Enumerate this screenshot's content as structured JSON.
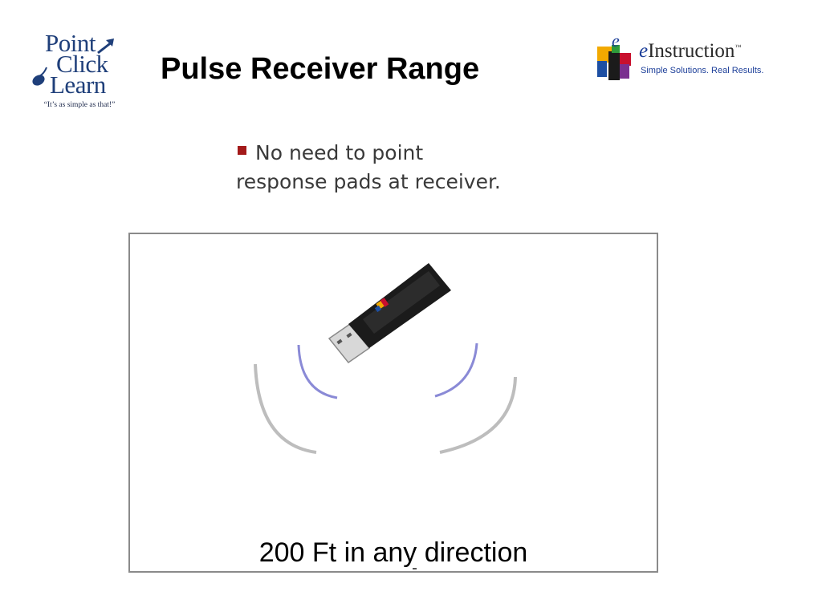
{
  "header": {
    "title": "Pulse Receiver Range",
    "left_logo": {
      "word1": "Point",
      "word2": "Click",
      "word3": "Learn",
      "tagline": "“It’s as simple as that!”",
      "icons": [
        "arrow-icon",
        "mouse-icon"
      ]
    },
    "right_logo": {
      "e_letter": "e",
      "name_rest": "Instruction",
      "trademark": "™",
      "tagline": "Simple Solutions. Real Results.",
      "colors": [
        "#f2a900",
        "#2e9b3a",
        "#1d4fa3",
        "#c8102e",
        "#7a2f8f"
      ]
    }
  },
  "bullet": {
    "line1": "No need to point",
    "line2": "response pads at receiver."
  },
  "figure": {
    "caption": "200 Ft in any direction",
    "device_icon": "usb-receiver-icon",
    "colors": {
      "device": "#1b1b1b",
      "inner_waves": "#8a8ad6",
      "outer_waves": "#bdbdbd",
      "bullet": "#a31a1a"
    }
  }
}
